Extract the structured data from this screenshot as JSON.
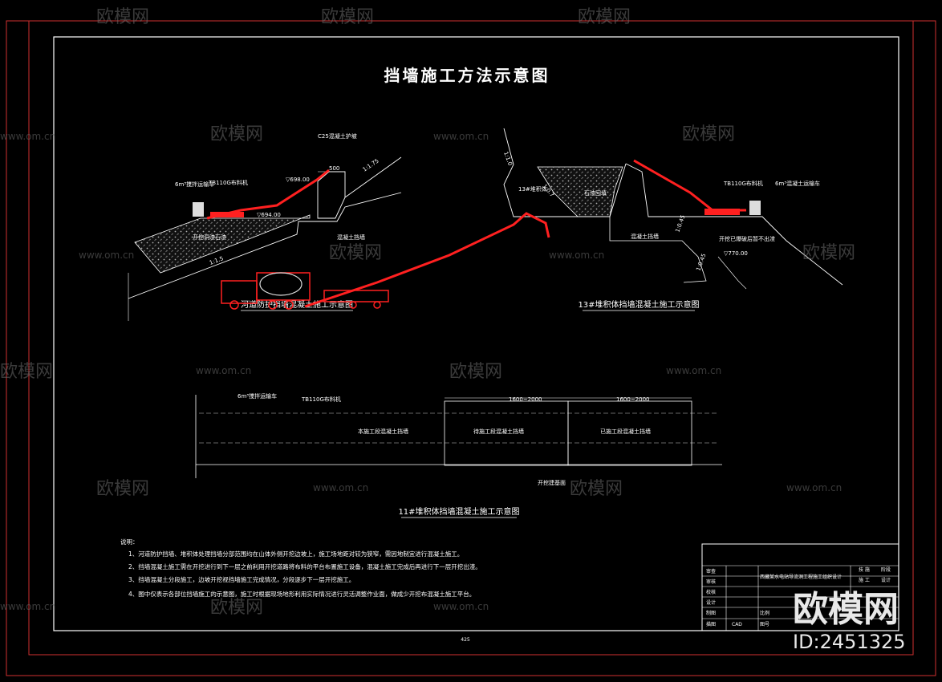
{
  "drawing": {
    "title": "挡墙施工方法示意图",
    "page_number": "425",
    "figures": [
      {
        "caption": "河道防护挡墙混凝土施工示意图",
        "labels": {
          "cover": "C25混凝土护坡",
          "pump": "TB110G布料机",
          "truck": "6m³搅拌运输车",
          "elev_top": "▽698.00",
          "elev_low": "▽694.00",
          "width": "500",
          "slope": "1:1.75",
          "slope2": "1:1.5",
          "rock": "开挖洞渣石渣",
          "wall": "混凝土挡墙"
        }
      },
      {
        "caption": "13#堆积体挡墙混凝土施工示意图",
        "labels": {
          "slope_top": "1:1.0",
          "pile": "13#堆积体",
          "fill": "石渣回填",
          "slope_mid": "1:0.7",
          "pump": "TB110G布料机",
          "truck": "6m³混凝土运输车",
          "wall": "混凝土挡墙",
          "slope_low": "1:0.45",
          "slope_low2": "1:0.45",
          "note": "开挖已爆破后暂不出渣",
          "elev": "▽770.00"
        }
      },
      {
        "caption": "11#堆积体挡墙混凝土施工示意图",
        "labels": {
          "truck": "6m³搅拌运输车",
          "pump": "TB110G布料机",
          "current": "本施工段混凝土挡墙",
          "next": "待施工段混凝土挡墙",
          "done": "已施工段混凝土挡墙",
          "dim1": "1600~2000",
          "dim2": "1600~2000",
          "base": "开挖建基面"
        }
      }
    ],
    "notes_title": "说明：",
    "notes": [
      "1、河道防护挡墙、堆积体处理挡墙分部范围均在山体外侧开挖边坡上，施工场地距对较为狭窄，需因地制宜进行混凝土施工。",
      "2、挡墙混凝土施工需在开挖进行到下一层之前利用开挖道路将布料的平台布置施工设备，混凝土施工完成后再进行下一层开挖出渣。",
      "3、挡墙混凝土分段施工，边坡开挖视挡墙施工完成情况，分段逐步下一层开挖施工。",
      "4、图中仅表示各部位挡墙施工的示意图，施工时根据现场地形利用实际情况进行灵活调整作业面，做成少开挖布混凝土施工平台。"
    ],
    "title_block": {
      "header_right": [
        "技 施",
        "阶段"
      ],
      "roles": [
        "审查",
        "审核",
        "校核",
        "设计",
        "制图",
        "描图"
      ],
      "right_col": [
        "施 工",
        "设计"
      ],
      "project": "西藏某水电站导流洞工程施工组织设计",
      "scale_label": "比例",
      "drawing_no_label": "图号",
      "date_value": "CAD"
    }
  },
  "watermark": {
    "brand": "欧模网",
    "url": "www.om.cn",
    "id": "ID:2451325"
  },
  "colors": {
    "background": "#000000",
    "line": "#ffffff",
    "equipment": "#ff2020",
    "hatch": "#9a9a9a",
    "outer_border": "#d03030"
  }
}
